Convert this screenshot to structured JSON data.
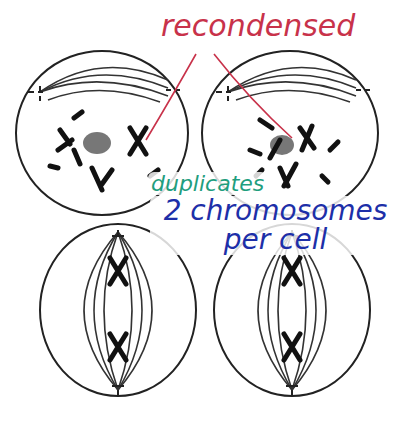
{
  "diagram": {
    "labels": [
      "recondensed",
      "duplicates",
      "2 chromosomes per cell"
    ]
  }
}
